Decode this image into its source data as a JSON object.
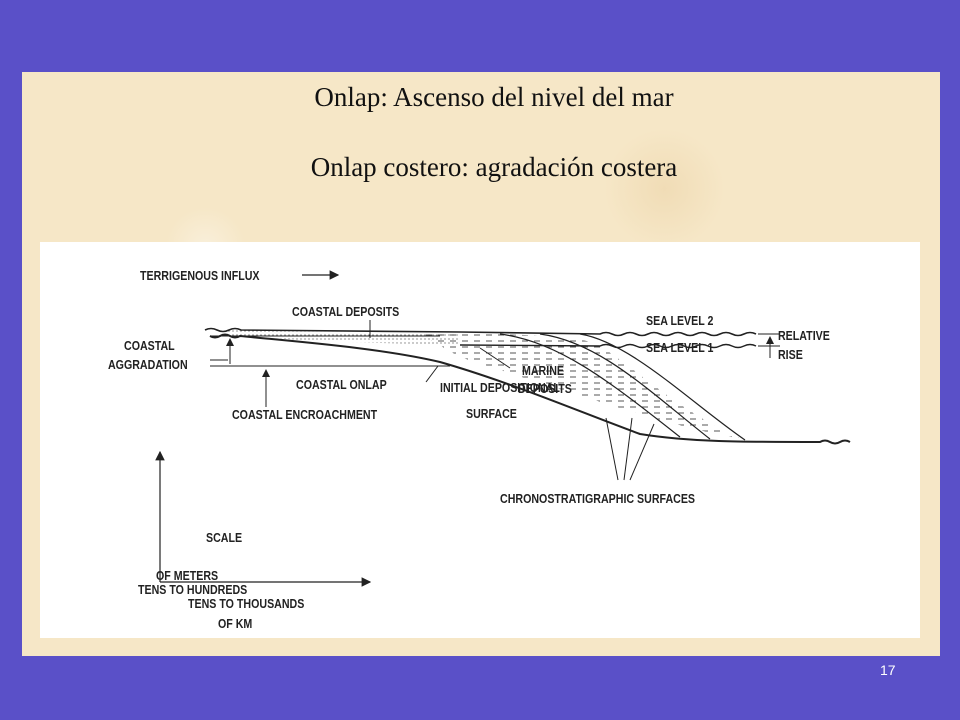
{
  "slide": {
    "title_line1": "Onlap: Ascenso del nivel del mar",
    "title_line2": "Onlap costero: agradación costera",
    "page_number": "17"
  },
  "diagram": {
    "terrigenous_influx": "TERRIGENOUS INFLUX",
    "coastal_deposits": "COASTAL DEPOSITS",
    "sea_level_2": "SEA LEVEL 2",
    "sea_level_1": "SEA LEVEL 1",
    "relative": "RELATIVE",
    "rise": "RISE",
    "coastal_aggradation_1": "COASTAL",
    "coastal_aggradation_2": "AGGRADATION",
    "coastal_onlap": "COASTAL ONLAP",
    "coastal_encroachment": "COASTAL ENCROACHMENT",
    "marine_1": "MARINE",
    "marine_2": "DEPOSITS",
    "initial_1": "INITIAL DEPOSITIONAL",
    "initial_2": "SURFACE",
    "chrono": "CHRONOSTRATIGRAPHIC SURFACES",
    "scale": "SCALE",
    "y_axis_1": "TENS TO HUNDREDS",
    "y_axis_2": "OF METERS",
    "x_axis_1": "TENS TO THOUSANDS",
    "x_axis_2": "OF KM"
  }
}
